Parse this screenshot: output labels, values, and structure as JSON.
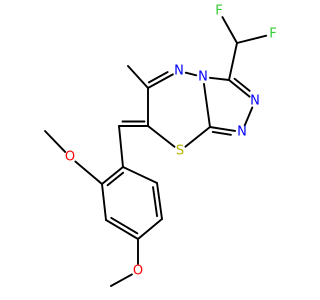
{
  "molecule": {
    "atom_labels": {
      "F_top": "F",
      "F_left": "F",
      "N_ring_upper": "N",
      "N_bridge": "N",
      "N_triazole_right": "N",
      "N_triazole_lower": "N",
      "S_ring": "S",
      "O_methoxy_upper": "O",
      "O_methoxy_lower": "O"
    },
    "colors": {
      "bond": "#000000",
      "fluorine": "#33cc33",
      "nitrogen": "#0000ff",
      "sulfur": "#b3b300",
      "oxygen": "#ff0000"
    }
  }
}
